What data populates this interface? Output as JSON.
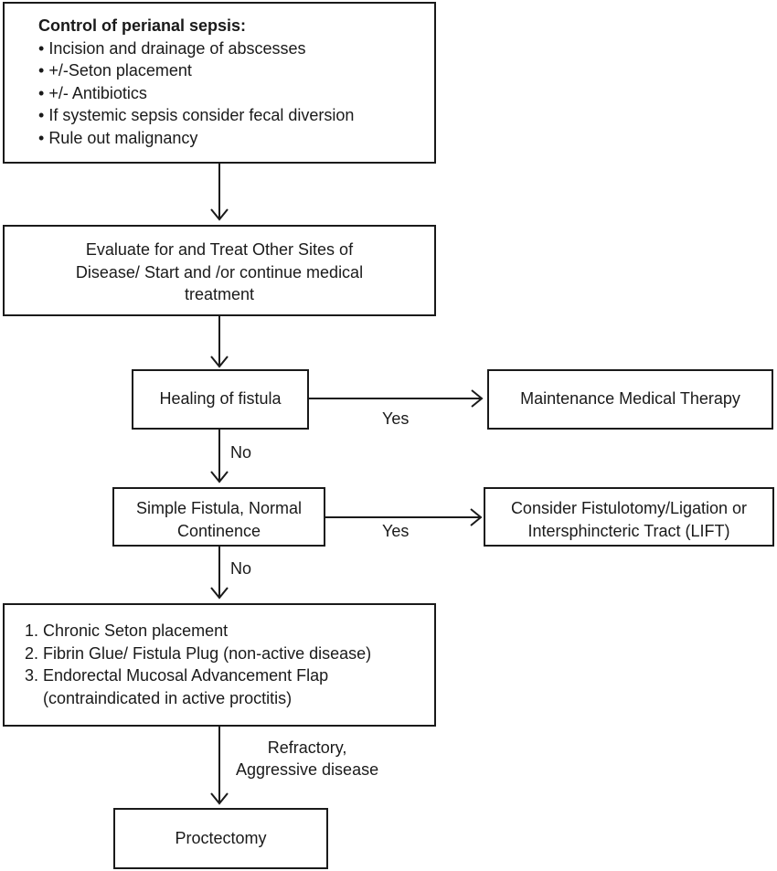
{
  "boxes": {
    "sepsis": {
      "title": "Control of perianal sepsis:",
      "items": [
        "Incision and drainage of abscesses",
        "+/-Seton placement",
        "+/- Antibiotics",
        "If systemic sepsis consider fecal diversion",
        "Rule out malignancy"
      ]
    },
    "evaluate": {
      "lines": [
        "Evaluate for and Treat Other Sites of",
        "Disease/ Start and /or continue medical",
        "treatment"
      ]
    },
    "healing": {
      "text": "Healing of fistula"
    },
    "maintenance": {
      "text": "Maintenance Medical Therapy"
    },
    "simple": {
      "lines": [
        "Simple Fistula, Normal",
        "Continence"
      ]
    },
    "consider": {
      "lines": [
        "Consider Fistulotomy/Ligation or",
        "Intersphincteric Tract (LIFT)"
      ]
    },
    "options": {
      "items": [
        "1. Chronic Seton placement",
        "2. Fibrin Glue/ Fistula Plug (non-active disease)",
        "3. Endorectal Mucosal Advancement Flap",
        "(contraindicated in active proctitis)"
      ]
    },
    "proctectomy": {
      "text": "Proctectomy"
    }
  },
  "labels": {
    "yes1": "Yes",
    "no1": "No",
    "yes2": "Yes",
    "no2": "No",
    "refractory": [
      "Refractory,",
      "Aggressive disease"
    ]
  }
}
